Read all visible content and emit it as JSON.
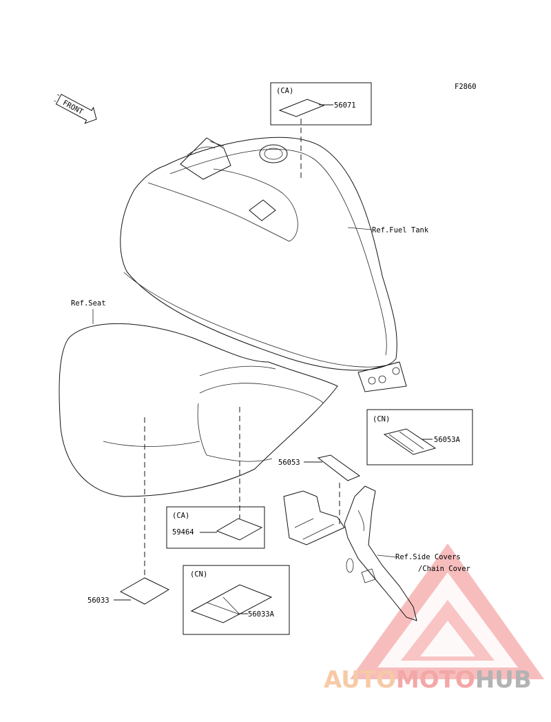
{
  "figure_code": "F2860",
  "front_label": "FRONT",
  "parts": {
    "ca_top_tag": "(CA)",
    "ca_top_num": "56071",
    "fuel_tank_ref": "Ref.Fuel Tank",
    "seat_ref": "Ref.Seat",
    "cn_right_tag": "(CN)",
    "cn_right_num": "56053A",
    "num_56053": "56053",
    "ca_mid_tag": "(CA)",
    "ca_mid_num": "59464",
    "side_cover_ref_1": "Ref.Side Covers",
    "side_cover_ref_2": "/Chain Cover",
    "cn_bottom_tag": "(CN)",
    "cn_bottom_num": "56033A",
    "num_56033": "56033"
  },
  "watermark": {
    "part1": "AUTO",
    "part2": "MOTO",
    "part3": "HUB",
    "colors": {
      "auto": "#f5b98a",
      "moto": "#f08a8a",
      "hub": "#9a9a9a",
      "triangle": "#f08080"
    }
  }
}
